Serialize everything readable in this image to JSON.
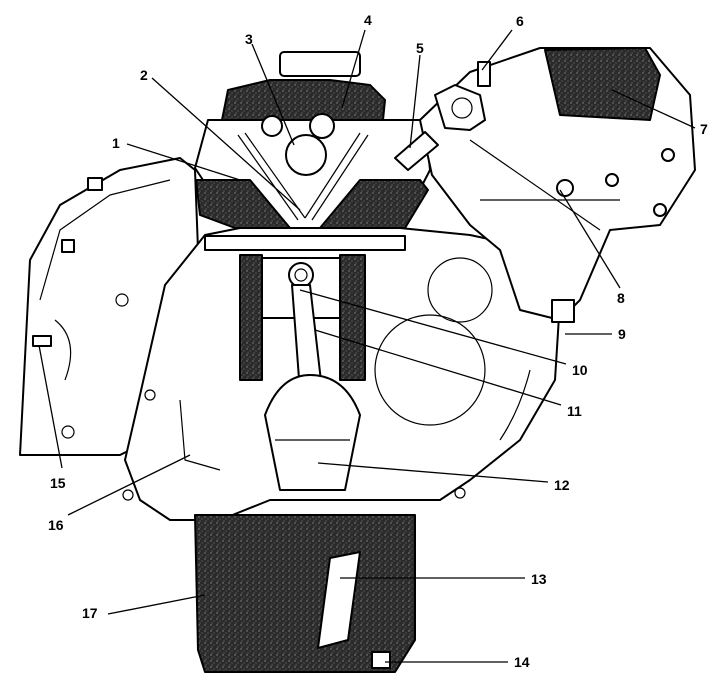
{
  "diagram": {
    "callouts": [
      {
        "id": "1",
        "text": "1"
      },
      {
        "id": "2",
        "text": "2"
      },
      {
        "id": "3",
        "text": "3"
      },
      {
        "id": "4",
        "text": "4"
      },
      {
        "id": "5",
        "text": "5"
      },
      {
        "id": "6",
        "text": "6"
      },
      {
        "id": "7",
        "text": "7"
      },
      {
        "id": "8",
        "text": "8"
      },
      {
        "id": "9",
        "text": "9"
      },
      {
        "id": "10",
        "text": "10"
      },
      {
        "id": "11",
        "text": "11"
      },
      {
        "id": "12",
        "text": "12"
      },
      {
        "id": "13",
        "text": "13"
      },
      {
        "id": "14",
        "text": "14"
      },
      {
        "id": "15",
        "text": "15"
      },
      {
        "id": "16",
        "text": "16"
      },
      {
        "id": "17",
        "text": "17"
      }
    ],
    "colors": {
      "ink": "#000000",
      "paper": "#ffffff",
      "shade": "#2b2b2b"
    }
  }
}
